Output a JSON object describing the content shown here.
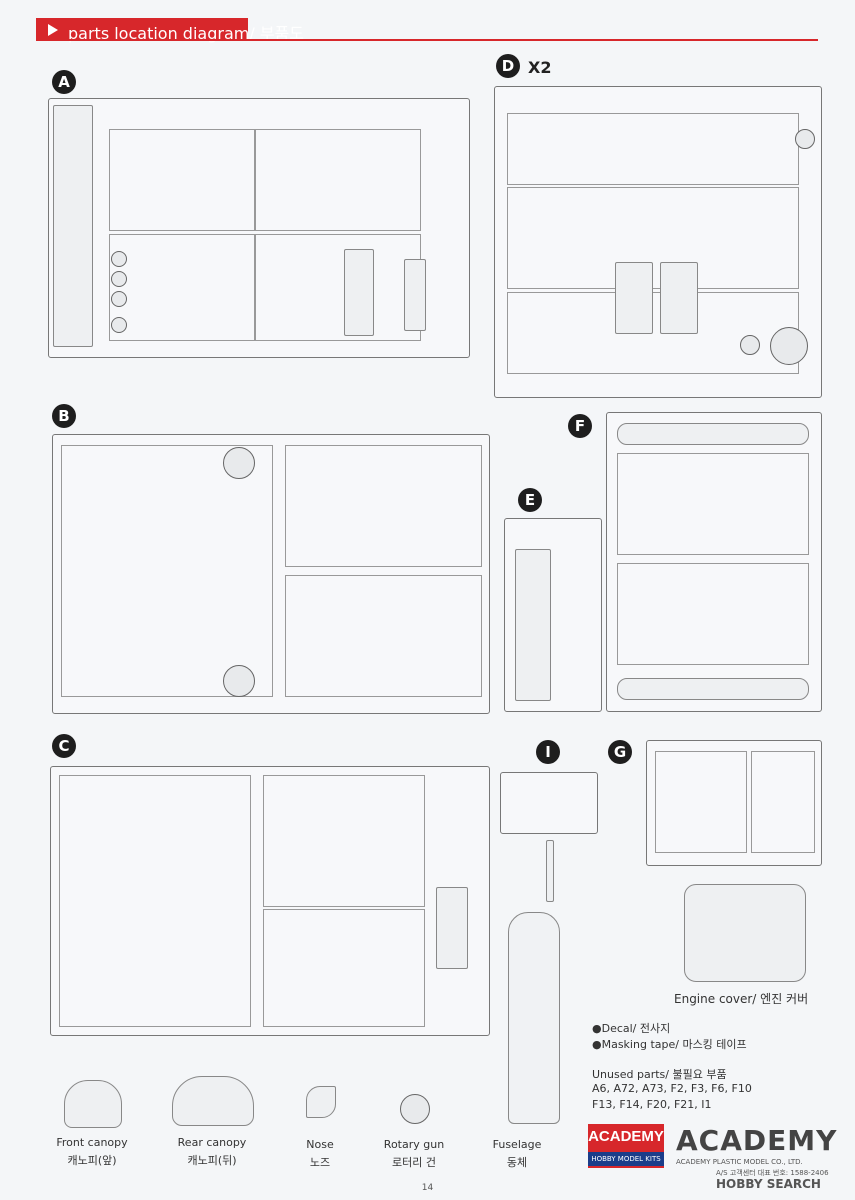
{
  "header": {
    "title": "parts location diagram/ 부품도"
  },
  "sprues": {
    "a": "A",
    "b": "B",
    "c": "C",
    "d": "D",
    "d_qty": "X2",
    "e": "E",
    "f": "F",
    "g": "G",
    "i": "I"
  },
  "engine_cover": "Engine cover/ 엔진 커버",
  "legend": {
    "decal": "●Decal/ 전사지",
    "mask": "●Masking tape/ 마스킹 테이프"
  },
  "unused": {
    "title": "Unused parts/ 불필요 부품",
    "line1": "A6, A72, A73, F2, F3, F6, F10",
    "line2": "F13, F14, F20, F21, I1"
  },
  "extras": [
    {
      "en": "Front canopy",
      "ko": "캐노피(앞)"
    },
    {
      "en": "Rear canopy",
      "ko": "캐노피(뒤)"
    },
    {
      "en": "Nose",
      "ko": "노즈"
    },
    {
      "en": "Rotary gun",
      "ko": "로터리 건"
    },
    {
      "en": "Fuselage",
      "ko": "동체"
    }
  ],
  "logo": {
    "main": "ACADEMY",
    "sub": "HOBBY MODEL KITS"
  },
  "brand": {
    "name": "ACADEMY",
    "company": "ACADEMY PLASTIC MODEL CO., LTD.",
    "service": "A/S 고객센터 대표 번호: 1588-2406"
  },
  "watermark": "HOBBY SEARCH",
  "page_number": "14"
}
